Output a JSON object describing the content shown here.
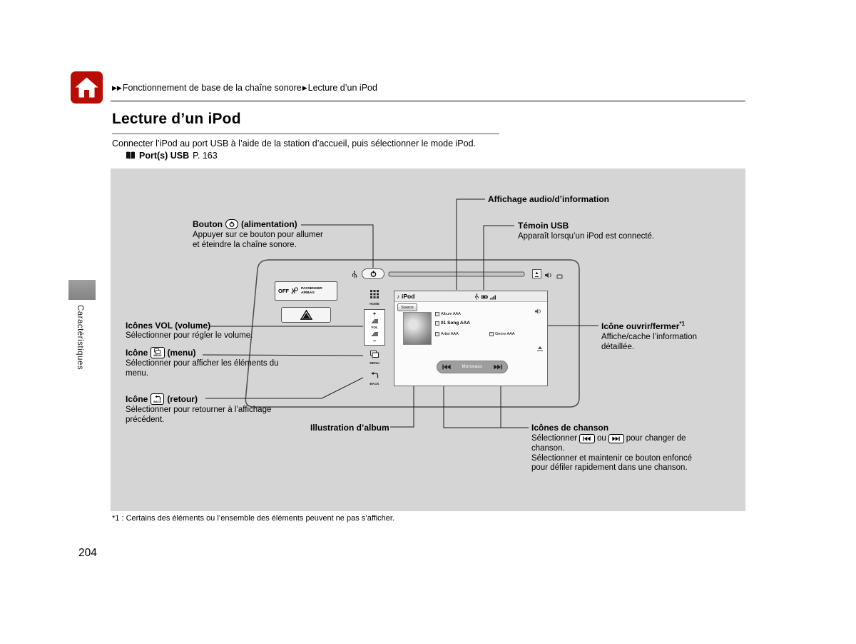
{
  "meta": {
    "accent_red": "#b90c02",
    "diagram_bg": "#d5d5d5"
  },
  "header": {
    "sep2": "▶▶",
    "sep1": "▶",
    "breadcrumb_parent": "Fonctionnement de base de la chaîne sonore",
    "breadcrumb_current": "Lecture d’un iPod"
  },
  "article": {
    "title": "Lecture d’un iPod",
    "intro": "Connecter l’iPod au port USB à l’aide de la station d’accueil, puis sélectionner le mode iPod.",
    "reference": {
      "label": "Port(s) USB",
      "page": "P. 163"
    },
    "footnote": "*1 : Certains des éléments ou l’ensemble des éléments peuvent ne pas s’afficher.",
    "page_number": "204",
    "sidebar_tab": "Caractéristiques"
  },
  "callouts": {
    "audio_display": {
      "label": "Affichage audio/d’information"
    },
    "power": {
      "pre": "Bouton",
      "post": "(alimentation)",
      "desc1": "Appuyer sur ce bouton pour allumer",
      "desc2": "et éteindre la chaîne sonore."
    },
    "usb": {
      "label": "Témoin USB",
      "desc": "Apparaît lorsqu’un iPod est connecté."
    },
    "vol": {
      "label": "Icônes VOL (volume)",
      "desc": "Sélectionner pour régler le volume."
    },
    "menu": {
      "pre": "Icône",
      "post": "(menu)",
      "desc1": "Sélectionner pour afficher les éléments du",
      "desc2": "menu."
    },
    "back": {
      "pre": "Icône",
      "post": "(retour)",
      "desc1": "Sélectionner pour retourner à l’affichage",
      "desc2": "précédent."
    },
    "album": {
      "label": "Illustration d’album"
    },
    "open_close": {
      "label": "Icône ouvrir/fermer",
      "note_ref": "*1",
      "desc1": "Affiche/cache l’information",
      "desc2": "détaillée."
    },
    "songs": {
      "label": "Icônes de chanson",
      "d1a": "Sélectionner",
      "d1b": "ou",
      "d1c": "pour changer de",
      "d2": "chanson.",
      "d3": "Sélectionner et maintenir ce bouton enfoncé",
      "d4": "pour défiler rapidement dans une chanson."
    }
  },
  "unit": {
    "airbag": {
      "off": "OFF",
      "line1": "PASSENGER",
      "line2": "AIRBAG"
    },
    "home": "HOME",
    "vol": {
      "plus": "+",
      "label": "VOL",
      "minus": "−"
    },
    "menu": "MENU",
    "back": "BACK",
    "eject": "▲"
  },
  "screen": {
    "music_note": "♪",
    "app_title": "iPod",
    "source": "Source",
    "album": "Album AAA",
    "song": "01 Song AAA",
    "artist": "Artist AAA",
    "genre": "Genre AAA",
    "tracks": "Morceaux"
  }
}
